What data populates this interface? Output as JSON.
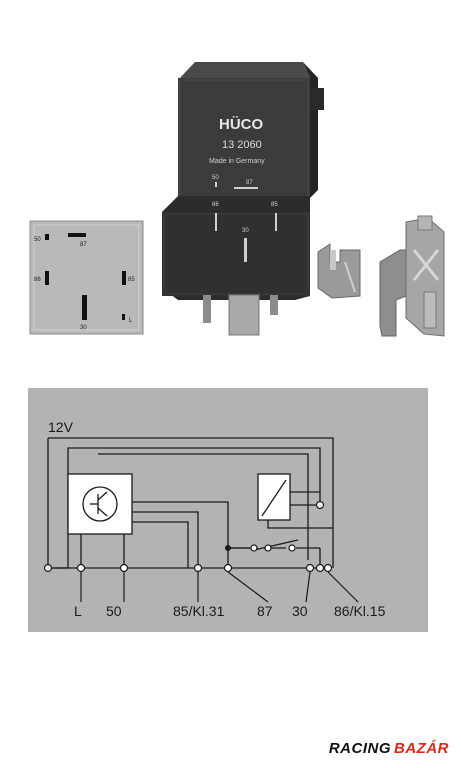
{
  "product": {
    "brand": "HÜCO",
    "part_number": "13 2060",
    "made_in": "Made in Germany",
    "top_pins": [
      "50",
      "87",
      "86",
      "85",
      "30"
    ]
  },
  "pinout_card": {
    "pins": [
      "50",
      "87",
      "86",
      "85",
      "30",
      "L"
    ]
  },
  "schematic": {
    "voltage": "12V",
    "terminals": [
      "L",
      "50",
      "85/Kl.31",
      "87",
      "30",
      "86/Kl.15"
    ]
  },
  "watermark": {
    "part1": "RACING",
    "part2": "BAZÁR"
  },
  "colors": {
    "relay_body": "#3a3a3a",
    "card_gray": "#b9b9b9",
    "panel_gray": "#b3b3b3",
    "line": "#1a1a1a",
    "watermark_red": "#d42a1c"
  }
}
